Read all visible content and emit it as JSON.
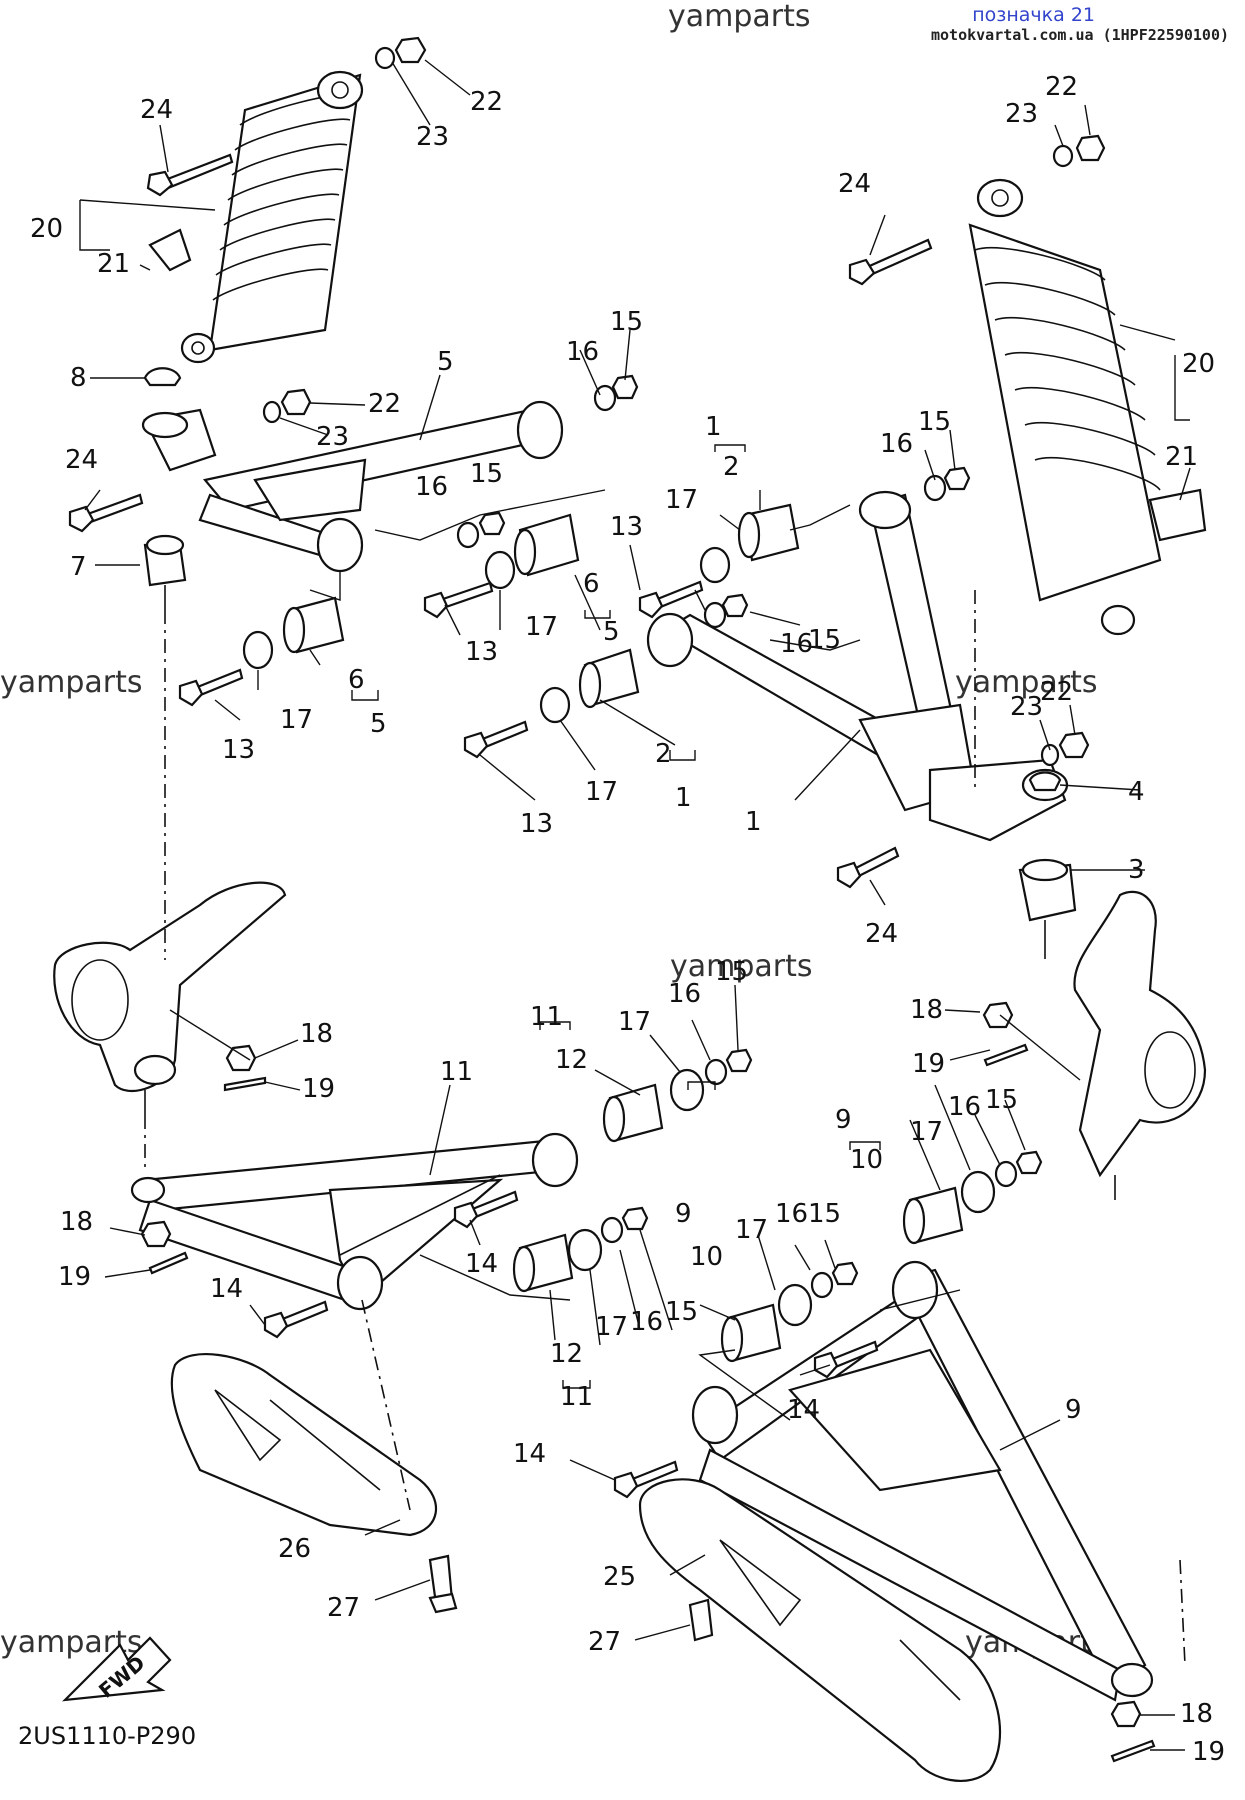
{
  "header": {
    "badge": "позначка 21",
    "source": "motokvartal.com.ua (1HPF22590100)"
  },
  "watermark": "yamparts",
  "diagram_code": "2US1110-P290",
  "fwd_label": "FWD",
  "callouts": [
    "1",
    "2",
    "3",
    "4",
    "5",
    "6",
    "7",
    "8",
    "9",
    "10",
    "11",
    "12",
    "13",
    "14",
    "15",
    "16",
    "17",
    "18",
    "19",
    "20",
    "21",
    "22",
    "23",
    "24",
    "25",
    "26",
    "27"
  ]
}
